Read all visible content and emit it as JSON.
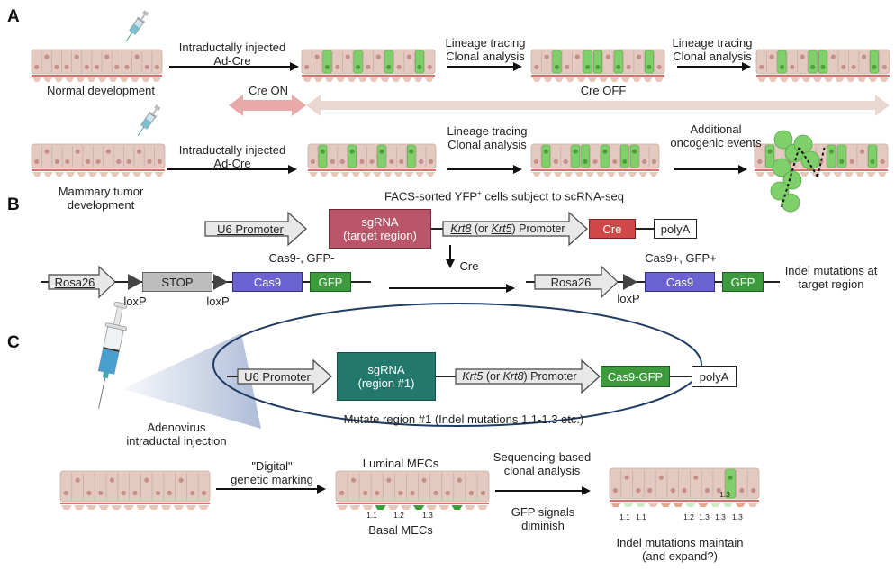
{
  "panels": {
    "A": {
      "label": "A",
      "row1": {
        "caption": "Normal development",
        "step1": {
          "line1": "Intraductally injected",
          "line2": "Ad-Cre"
        },
        "step2": {
          "line1": "Lineage tracing",
          "line2": "Clonal analysis"
        },
        "step3": {
          "line1": "Lineage tracing",
          "line2": "Clonal analysis"
        }
      },
      "cre_on": "Cre ON",
      "cre_off": "Cre OFF",
      "row2": {
        "caption_line1": "Mammary tumor",
        "caption_line2": "development",
        "step1": {
          "line1": "Intraductally injected",
          "line2": "Ad-Cre"
        },
        "step2": {
          "line1": "Lineage tracing",
          "line2": "Clonal analysis"
        },
        "step3": {
          "line1": "Additional",
          "line2": "oncogenic events"
        },
        "facs_pre": "FACS-sorted YFP",
        "facs_sup": "+",
        "facs_post": " cells subject to scRNA-seq"
      }
    },
    "B": {
      "label": "B",
      "construct": {
        "u6": "U6 Promoter",
        "sgrna_line1": "sgRNA",
        "sgrna_line2": "(target region)",
        "krt_a": "Krt8",
        "krt_mid": " (or ",
        "krt_b": "Krt5",
        "krt_end": ") Promoter",
        "cre": "Cre",
        "polya": "polyA"
      },
      "before": {
        "status": "Cas9-, GFP-",
        "rosa": "Rosa26",
        "stop": "STOP",
        "cas9": "Cas9",
        "gfp": "GFP",
        "loxp1": "loxP",
        "loxp2": "loxP"
      },
      "cre_arrow": "Cre",
      "after": {
        "status": "Cas9+, GFP+",
        "rosa": "Rosa26",
        "loxp": "loxP",
        "cas9": "Cas9",
        "gfp": "GFP",
        "result_line1": "Indel mutations at",
        "result_line2": "target region"
      }
    },
    "C": {
      "label": "C",
      "construct": {
        "u6": "U6 Promoter",
        "sgrna_line1": "sgRNA",
        "sgrna_line2": "(region #1)",
        "krt_a": "Krt5",
        "krt_mid": " (or ",
        "krt_b": "Krt8",
        "krt_end": ") Promoter",
        "cas9gfp": "Cas9-GFP",
        "polya": "polyA",
        "caption": "Mutate region #1  (Indel mutations 1.1-1.3 etc.)"
      },
      "injection_line1": "Adenovirus",
      "injection_line2": "intraductal injection",
      "step1": {
        "line1": "\"Digital\"",
        "line2": "genetic marking"
      },
      "luminal": "Luminal MECs",
      "basal": "Basal MECs",
      "marks_mid": [
        "1.1",
        "1.2",
        "1.3"
      ],
      "step2": {
        "line1": "Sequencing-based",
        "line2": "clonal analysis",
        "line3": "GFP signals",
        "line4": "diminish"
      },
      "marks_final": [
        "1.1",
        "1.1",
        "1.2",
        "1.3",
        "1.3",
        "1.3"
      ],
      "luminal_mark": "1.3",
      "result_line1": "Indel mutations maintain",
      "result_line2": "(and expand?)"
    }
  },
  "colors": {
    "cell_fill": "#e3c9c0",
    "cell_stroke": "#c9aea4",
    "nucleus": "#c48f86",
    "basement": "#d9595a",
    "labeled_cell": "#7fcf6a",
    "cre_on_arrow": "#e8a9a8",
    "cre_off_arrow": "#e9d7d1"
  }
}
